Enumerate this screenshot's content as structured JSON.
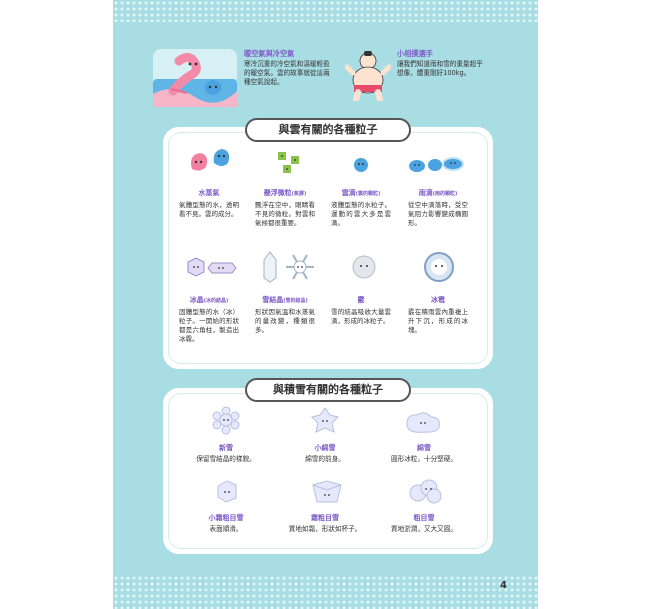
{
  "page_number": "4",
  "top": {
    "left": {
      "title": "暖空氣與冷空氣",
      "text": "寒冷沉重的冷空氣和溫暖輕盈的暖空氣。雲的故事就從這兩種空氣說起。"
    },
    "right": {
      "title": "小相撲選手",
      "text": "讓我們知道雨和雪的重量超乎想像，體重剛好100kg。"
    }
  },
  "cloud_section": {
    "title": "與雲有關的各種粒子",
    "items": [
      {
        "name": "水蒸氣",
        "sub": "",
        "desc": "氣體型態的水，透明看不見。雲的成分。"
      },
      {
        "name": "懸浮微粒",
        "sub": "(氣膠)",
        "desc": "飄浮在空中，眼睛看不見的微粒。對雲和氣候都很重要。"
      },
      {
        "name": "雲滴",
        "sub": "(雲的顆粒)",
        "desc": "液體型態的水粒子。運動的雲大多是雲滴。"
      },
      {
        "name": "雨滴",
        "sub": "(雨的顆粒)",
        "desc": "從空中滴落時，受空氣阻力影響變成橢圓形。"
      },
      {
        "name": "冰晶",
        "sub": "(冰的結晶)",
        "desc": "固體型態的水（冰）粒子。一開始的形狀都是六角柱，製造出冰霧。"
      },
      {
        "name": "雪結晶",
        "sub": "(雪的結晶)",
        "desc": "形狀因氣溫和水蒸氣的量改變，種類很多。"
      },
      {
        "name": "霰",
        "sub": "",
        "desc": "雪的結晶吸收大量雲滴，形成的冰粒子。"
      },
      {
        "name": "冰雹",
        "sub": "",
        "desc": "霰在積雨雲內重複上升下沉，形成的冰塊。"
      }
    ]
  },
  "snow_section": {
    "title": "與積雪有關的各種粒子",
    "items": [
      {
        "name": "新雪",
        "desc": "保留雪結晶的樣貌。"
      },
      {
        "name": "小綿雪",
        "desc": "綿雪的前身。"
      },
      {
        "name": "綿雪",
        "desc": "圓形冰粒，十分堅硬。"
      },
      {
        "name": "小霜粗目雪",
        "desc": "表面順滑。"
      },
      {
        "name": "霜粗目雪",
        "desc": "質地如霜，形狀如杯子。"
      },
      {
        "name": "粗目雪",
        "desc": "質地淤潤，又大又圓。"
      }
    ]
  },
  "colors": {
    "background": "#a9dde4",
    "accent_purple": "#7e5bc8",
    "panel": "#ffffff",
    "pink": "#f28aa8",
    "blue": "#4aa3e0"
  }
}
